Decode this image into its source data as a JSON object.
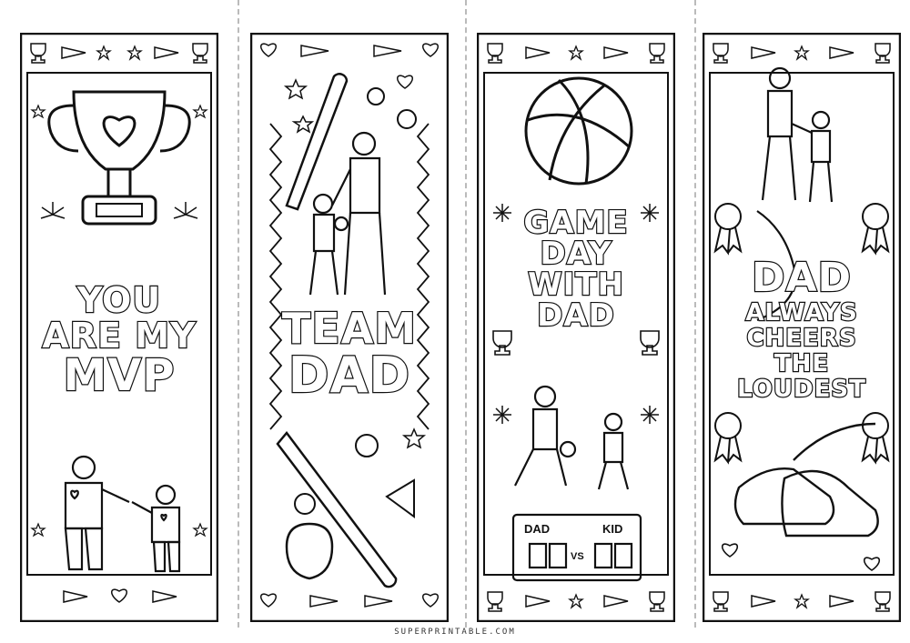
{
  "bookmarks": [
    {
      "lines": [
        "YOU",
        "ARE MY",
        "MVP"
      ]
    },
    {
      "lines": [
        "TEAM",
        "DAD"
      ]
    },
    {
      "lines": [
        "GAME",
        "DAY",
        "WITH",
        "DAD"
      ],
      "scoreboard": {
        "left_label": "DAD",
        "right_label": "KID",
        "versus": "VS"
      }
    },
    {
      "lines": [
        "DAD",
        "ALWAYS",
        "CHEERS",
        "THE",
        "LOUDEST"
      ]
    }
  ],
  "footer": {
    "site": "SUPERPRINTABLE.COM"
  },
  "icons": [
    "trophy-icon",
    "heart-icon",
    "star-icon",
    "pennant-icon",
    "fireworks-icon",
    "baseball-bat-icon",
    "baseball-icon",
    "baseball-glove-icon",
    "basketball-icon",
    "ribbon-award-icon",
    "sneakers-icon",
    "scoreboard-icon"
  ],
  "colors": {
    "ink": "#111111",
    "paper": "#ffffff",
    "cutline": "#bbbbbb"
  }
}
